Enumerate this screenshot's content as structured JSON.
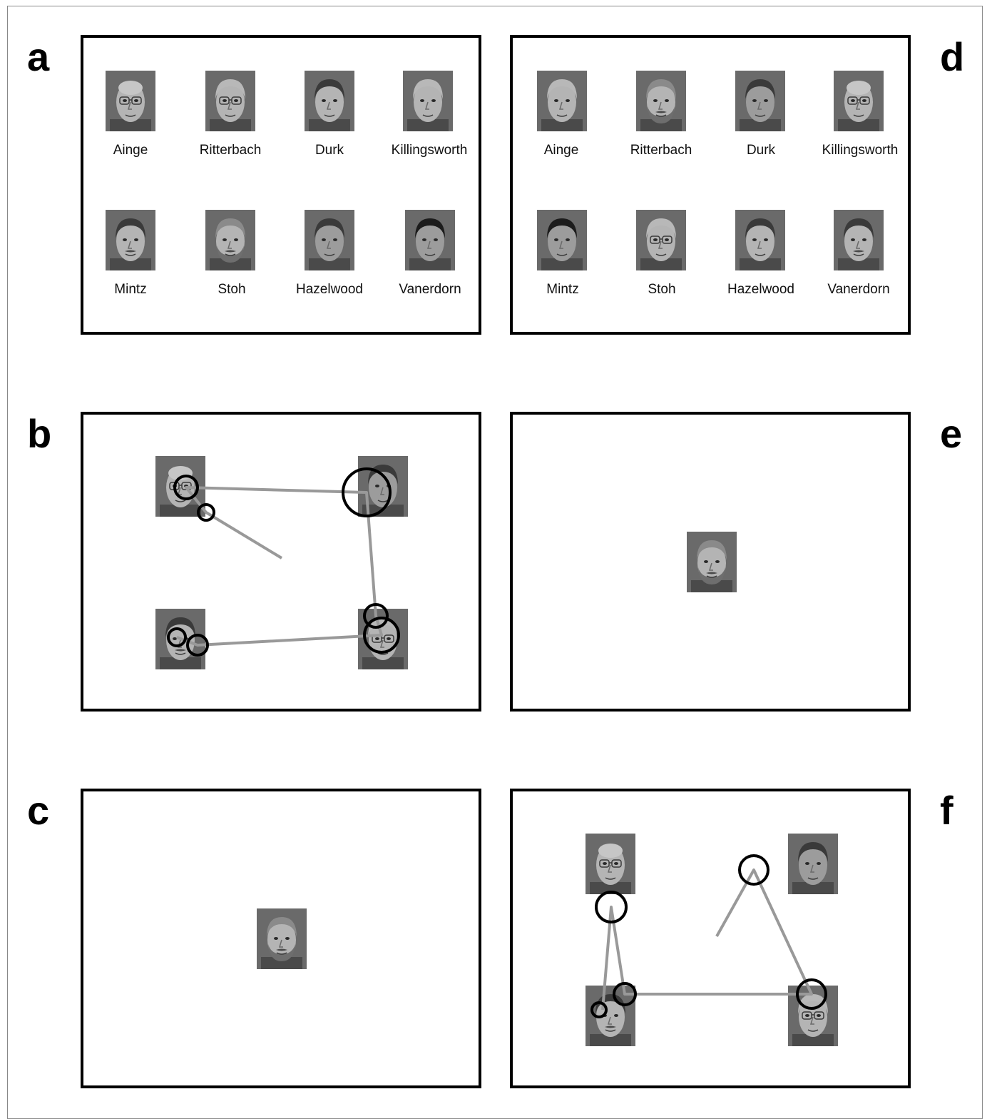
{
  "panel_letters": {
    "a": "a",
    "b": "b",
    "c": "c",
    "d": "d",
    "e": "e",
    "f": "f"
  },
  "panel_a": {
    "names": [
      "Ainge",
      "Ritterbach",
      "Durk",
      "Killingsworth",
      "Mintz",
      "Stoh",
      "Hazelwood",
      "Vanerdorn"
    ]
  },
  "panel_d": {
    "names": [
      "Ainge",
      "Ritterbach",
      "Durk",
      "Killingsworth",
      "Mintz",
      "Stoh",
      "Hazelwood",
      "Vanerdorn"
    ]
  },
  "colors": {
    "frame": "#000000",
    "scanpath": "#999999",
    "fixation": "#000000",
    "photo_background": "#6a6a6a"
  },
  "icons": {
    "face": "face-photo",
    "fixation": "fixation-circle",
    "scanpath": "scanpath-line"
  }
}
